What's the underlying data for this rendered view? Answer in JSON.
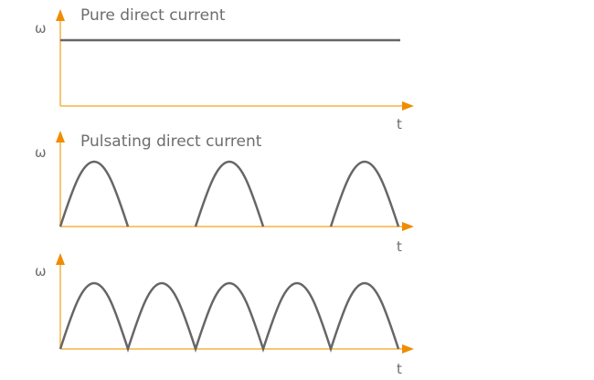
{
  "colors": {
    "axis": "#f5b342",
    "arrow": "#f08c00",
    "curve": "#666666",
    "text": "#6d6d6d"
  },
  "panels": [
    {
      "title": "Pure direct current",
      "ylabel": "ω",
      "xlabel": "t",
      "waveform": "constant"
    },
    {
      "title": "Pulsating direct current",
      "ylabel": "ω",
      "xlabel": "t",
      "waveform": "half-wave rectified"
    },
    {
      "title": "",
      "ylabel": "ω",
      "xlabel": "t",
      "waveform": "full-wave rectified"
    }
  ],
  "chart_data": [
    {
      "type": "line",
      "title": "Pure direct current",
      "xlabel": "t",
      "ylabel": "ω",
      "description": "constant value over time"
    },
    {
      "type": "line",
      "title": "Pulsating direct current",
      "xlabel": "t",
      "ylabel": "ω",
      "description": "3 half-sine pulses separated by gaps"
    },
    {
      "type": "line",
      "title": "",
      "xlabel": "t",
      "ylabel": "ω",
      "description": "5 contiguous half-sine pulses"
    }
  ]
}
